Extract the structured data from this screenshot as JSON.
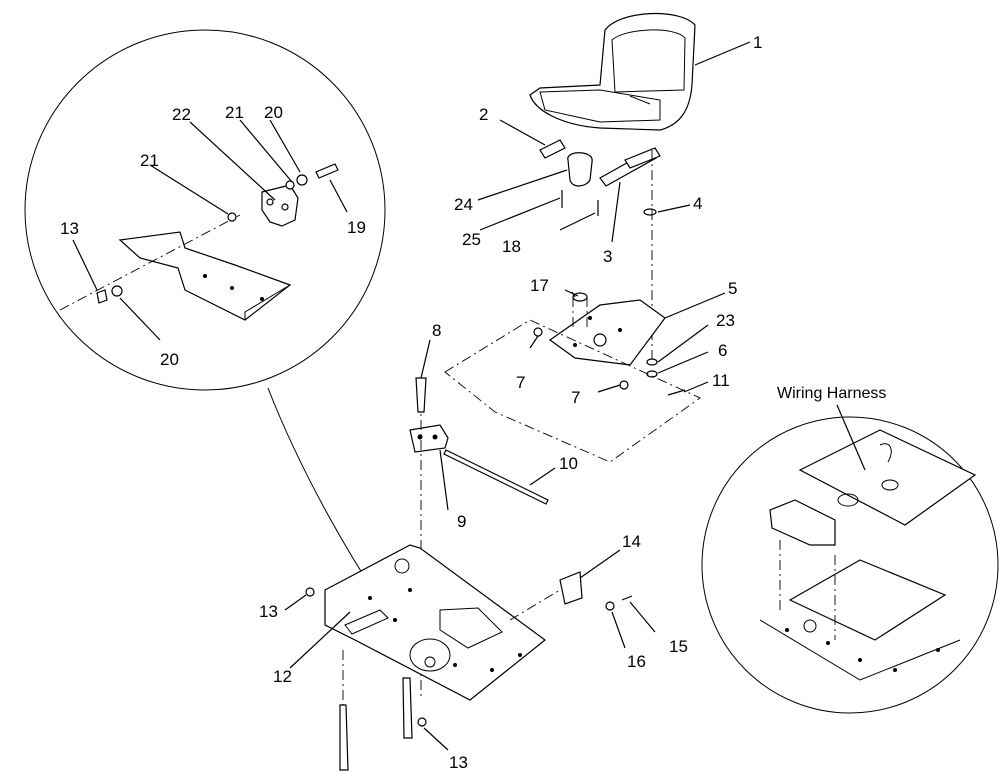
{
  "callouts": {
    "c1": "1",
    "c2": "2",
    "c3": "3",
    "c4": "4",
    "c5": "5",
    "c6": "6",
    "c7a": "7",
    "c7b": "7",
    "c8": "8",
    "c9": "9",
    "c10": "10",
    "c11": "11",
    "c12": "12",
    "c13a": "13",
    "c13b": "13",
    "c14": "14",
    "c15": "15",
    "c16": "16",
    "c17": "17",
    "c18": "18",
    "c19": "19",
    "c20a": "20",
    "c20b": "20",
    "c21a": "21",
    "c21b": "21",
    "c22": "22",
    "c23": "23",
    "c24": "24",
    "c25": "25",
    "c13c": "13"
  },
  "detail_right": {
    "label": "Wiring Harness"
  }
}
